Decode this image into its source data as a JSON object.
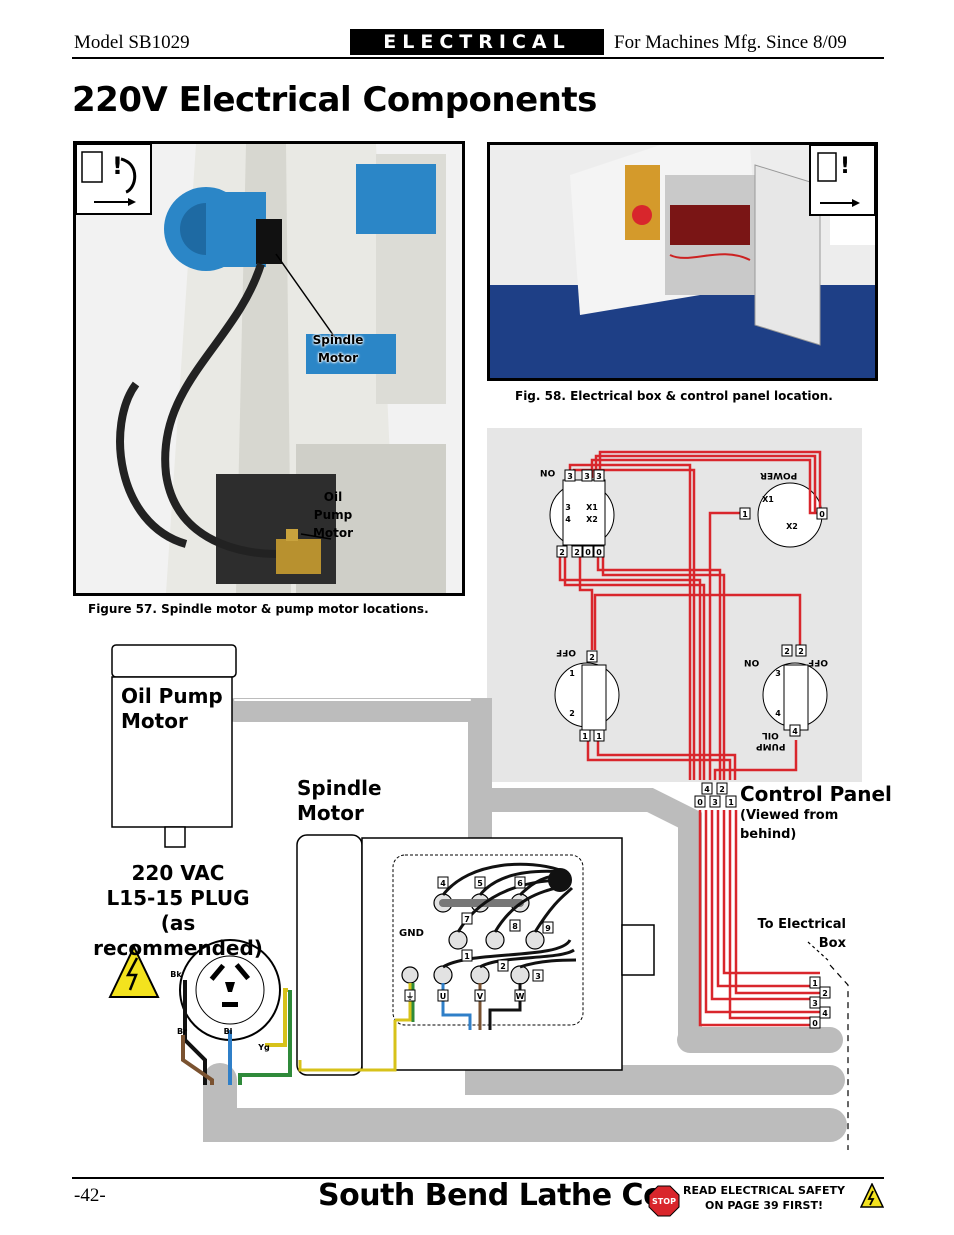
{
  "header": {
    "model": "Model SB1029",
    "section": "ELECTRICAL",
    "machines": "For Machines Mfg. Since 8/09"
  },
  "title": "220V Electrical Components",
  "figure57": {
    "caption": "Figure 57. Spindle motor & pump motor locations.",
    "label_spindle_line1": "Spindle",
    "label_spindle_line2": "Motor",
    "label_oil_line1": "Oil",
    "label_oil_line2": "Pump",
    "label_oil_line3": "Motor"
  },
  "figure58": {
    "caption": "Fig. 58. Electrical box & control panel location."
  },
  "diagram": {
    "oil_pump_motor_line1": "Oil Pump",
    "oil_pump_motor_line2": "Motor",
    "spindle_motor_line1": "Spindle",
    "spindle_motor_line2": "Motor",
    "plug_line1": "220 VAC",
    "plug_line2": "L15-15 PLUG",
    "plug_line3": "(as recommended)",
    "control_panel": "Control Panel",
    "viewed_from_line1": "(Viewed from",
    "viewed_from_line2": "behind)",
    "to_box_line1": "To Electrical",
    "to_box_line2": "Box",
    "gnd": "GND",
    "on_label": "ON",
    "power_label": "POWER",
    "off_label_left": "OFF",
    "on_label_right": "ON",
    "off_label_right": "OFF",
    "oil_pump_label_1": "OIL",
    "oil_pump_label_2": "PUMP",
    "plug_wires": [
      "Bk",
      "Br",
      "Bl",
      "Yg"
    ],
    "motor_terminals": [
      "4",
      "5",
      "6",
      "7",
      "8",
      "9",
      "1",
      "2",
      "3"
    ],
    "motor_leads": [
      "U",
      "V",
      "W"
    ],
    "box_terminals": [
      "1",
      "2",
      "3",
      "4",
      "0"
    ],
    "panel_bottom_terms": [
      "4",
      "2",
      "0",
      "3",
      "1"
    ],
    "x1": "X1",
    "x2": "X2"
  },
  "footer": {
    "page": "-42-",
    "brand": "South Bend Lathe Co.",
    "warn_line1": "READ ELECTRICAL SAFETY",
    "warn_line2": "ON PAGE 39 FIRST!",
    "stop": "STOP"
  },
  "colors": {
    "red_wire": "#d9262c",
    "conduit": "#bdbdbd",
    "motor_blue": "#2b86c7"
  }
}
